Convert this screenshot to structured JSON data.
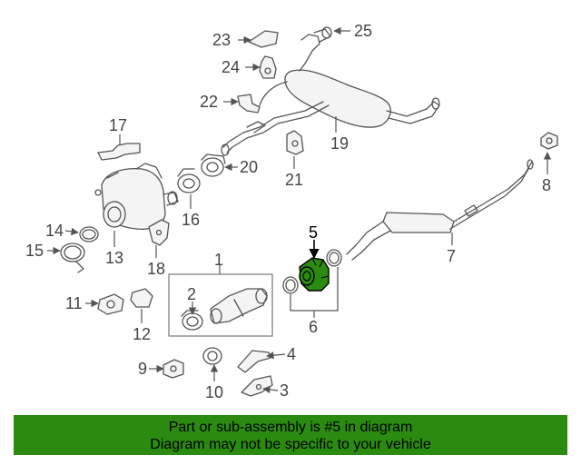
{
  "highlight_color": "#2b8a10",
  "labels": {
    "l1": "1",
    "l2": "2",
    "l3": "3",
    "l4": "4",
    "l5": "5",
    "l6": "6",
    "l7": "7",
    "l8": "8",
    "l9": "9",
    "l10": "10",
    "l11": "11",
    "l12": "12",
    "l13": "13",
    "l14": "14",
    "l15": "15",
    "l16": "16",
    "l17": "17",
    "l18": "18",
    "l19": "19",
    "l20": "20",
    "l21": "21",
    "l22": "22",
    "l23": "23",
    "l24": "24",
    "l25": "25"
  },
  "banner": {
    "line1": "Part or sub-assembly is #5 in diagram",
    "line2": "Diagram may not be specific to your vehicle"
  }
}
